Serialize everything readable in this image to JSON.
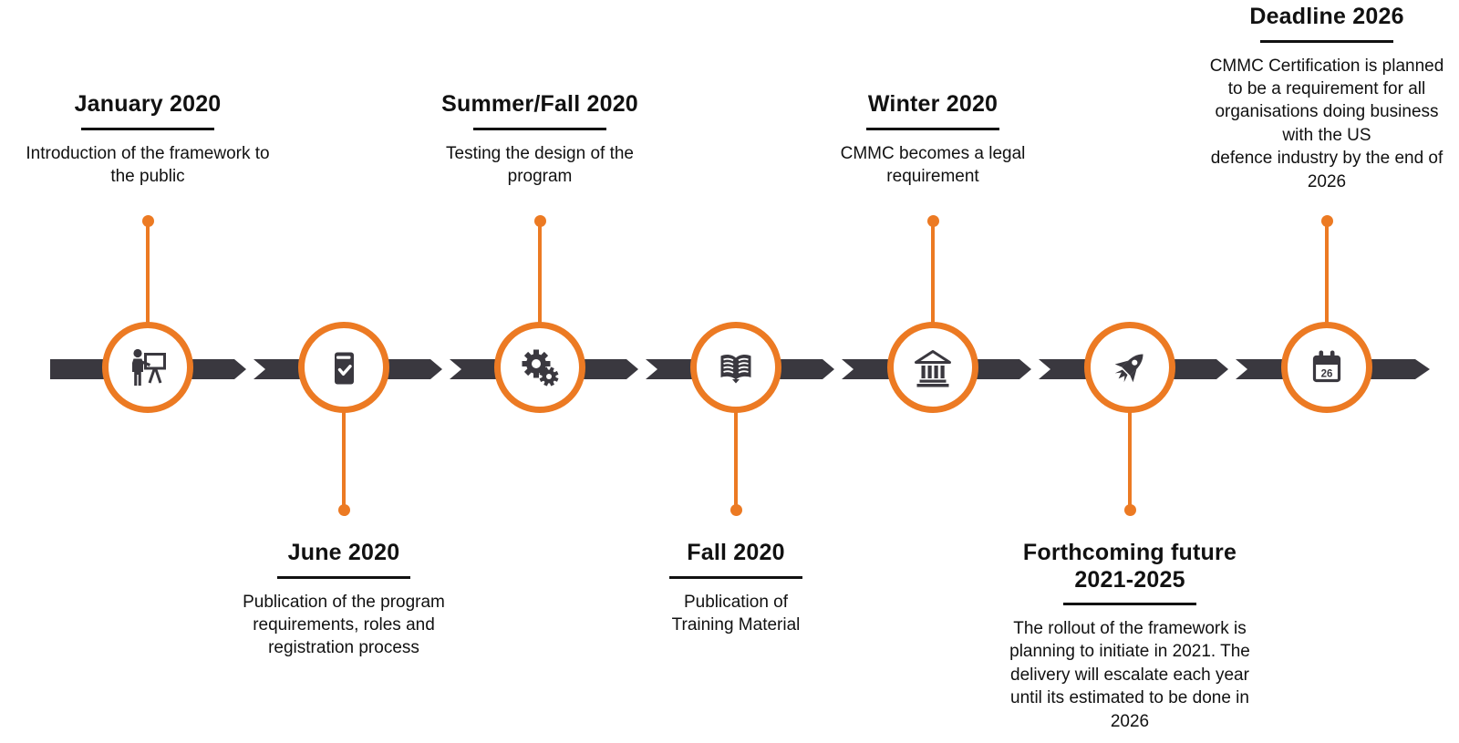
{
  "diagram": {
    "accent_color": "#EC7A23",
    "bar_color": "#3A383F",
    "nodes": [
      {
        "title": "January 2020",
        "description": "Introduction of the framework to\nthe public",
        "icon": "presenter-board-icon",
        "label_position": "above"
      },
      {
        "title": "June 2020",
        "description": "Publication of the program\nrequirements, roles and\nregistration process",
        "icon": "book-checkmark-icon",
        "label_position": "below"
      },
      {
        "title": "Summer/Fall 2020",
        "description": "Testing the design of the\nprogram",
        "icon": "gears-icon",
        "label_position": "above"
      },
      {
        "title": "Fall 2020",
        "description": "Publication of\nTraining Material",
        "icon": "open-book-icon",
        "label_position": "below"
      },
      {
        "title": "Winter 2020",
        "description": "CMMC becomes a legal\nrequirement",
        "icon": "bank-icon",
        "label_position": "above"
      },
      {
        "title": "Forthcoming future\n2021-2025",
        "description": "The rollout of the framework is\nplanning to initiate in 2021. The\ndelivery will escalate each year\nuntil its estimated to be done in\n2026",
        "icon": "rocket-icon",
        "label_position": "below"
      },
      {
        "title": "Deadline 2026",
        "description": "CMMC Certification is planned\nto be a requirement for all\norganisations doing business\nwith the US\ndefence industry by the end of\n2026",
        "icon": "calendar-icon",
        "calendar_day": "26",
        "label_position": "above"
      }
    ]
  }
}
